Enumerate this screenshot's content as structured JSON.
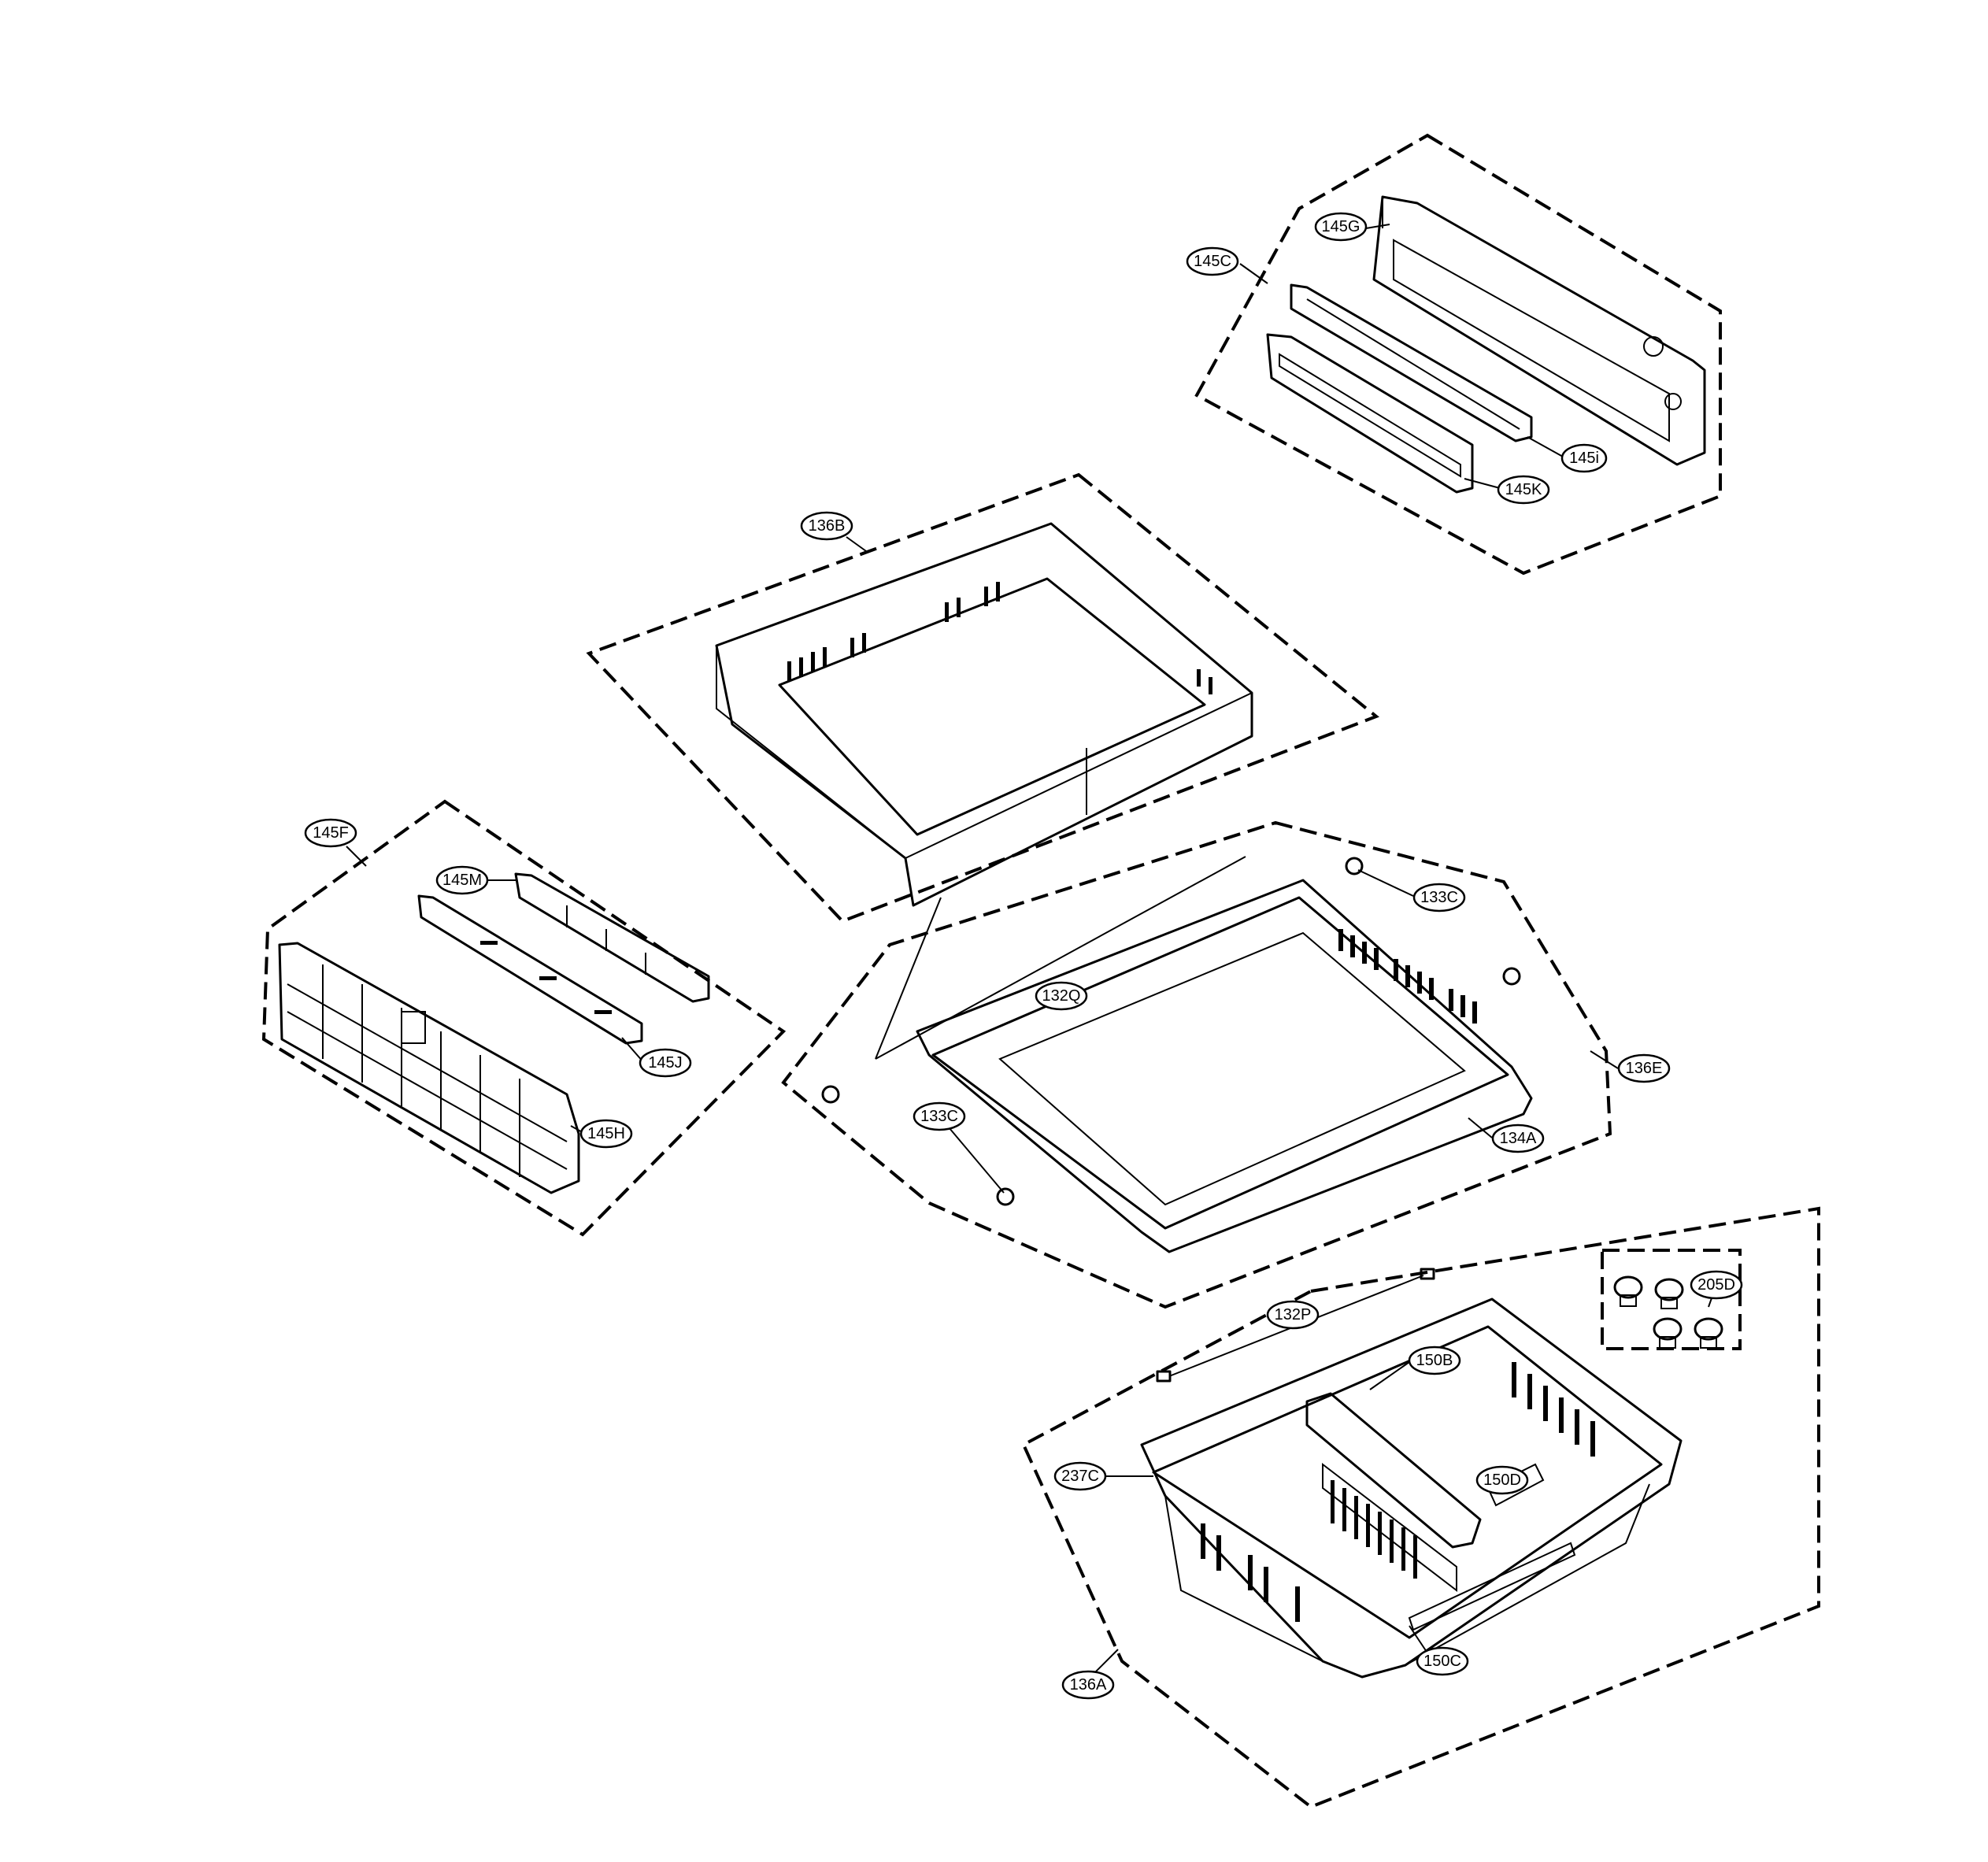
{
  "callouts": {
    "c145C": "145C",
    "c145G": "145G",
    "c145i": "145i",
    "c145K": "145K",
    "c136B": "136B",
    "c145F": "145F",
    "c145M": "145M",
    "c145J": "145J",
    "c145H": "145H",
    "c133C_top": "133C",
    "c132Q": "132Q",
    "c136E": "136E",
    "c133C_bottom": "133C",
    "c134A": "134A",
    "c205D": "205D",
    "c132P": "132P",
    "c150B": "150B",
    "c237C": "237C",
    "c150D": "150D",
    "c150C": "150C",
    "c136A": "136A"
  }
}
